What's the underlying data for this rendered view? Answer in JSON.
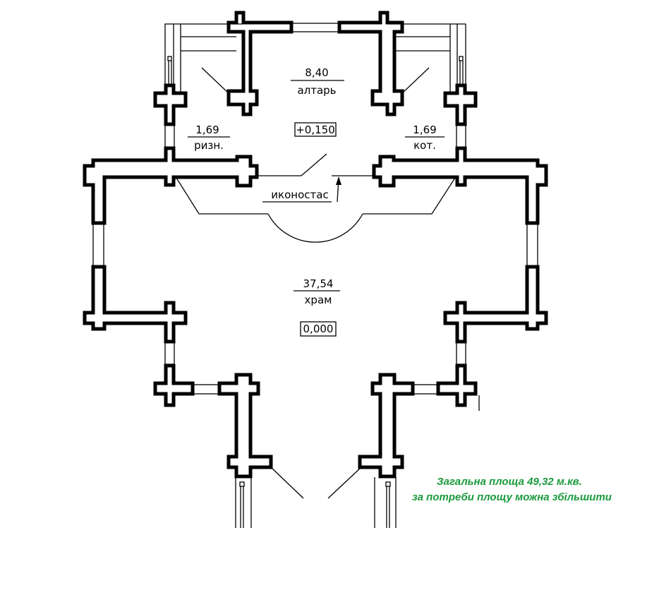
{
  "rooms": {
    "altar": {
      "area": "8,40",
      "name": "алтарь"
    },
    "sacristy": {
      "area": "1,69",
      "name": "ризн."
    },
    "storage": {
      "area": "1,69",
      "name": "кот."
    },
    "nave": {
      "area": "37,54",
      "name": "храм"
    }
  },
  "levels": {
    "altar": "+0,150",
    "nave": "0,000"
  },
  "iconostasis_label": "иконостас",
  "notes": {
    "total_area": "Загальна  площа 49,32 м.кв.",
    "expand": "за  потреби  площу можна збільшити"
  },
  "colors": {
    "note": "#1a9a3c",
    "lines": "#000000"
  }
}
